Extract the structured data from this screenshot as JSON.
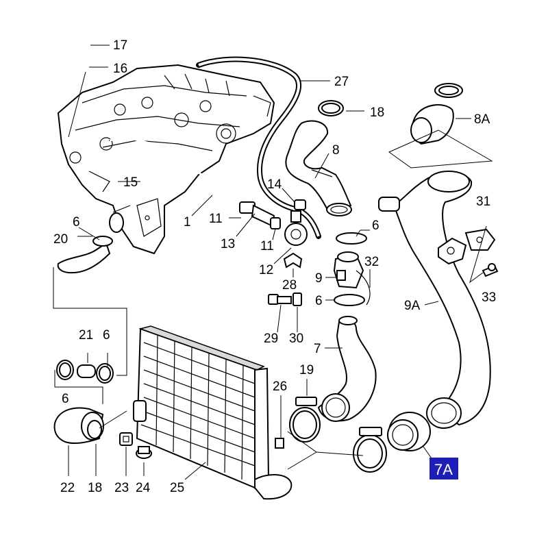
{
  "labels": {
    "p1": "1",
    "p6a": "6",
    "p6b": "6",
    "p6c": "6",
    "p6d": "6",
    "p6e": "6",
    "p7": "7",
    "p8": "8",
    "p8A": "8A",
    "p9": "9",
    "p9A": "9A",
    "p11a": "11",
    "p11b": "11",
    "p12": "12",
    "p13": "13",
    "p14": "14",
    "p15": "15",
    "p16": "16",
    "p17": "17",
    "p18a": "18",
    "p18b": "18",
    "p19": "19",
    "p20": "20",
    "p21": "21",
    "p22": "22",
    "p23": "23",
    "p24": "24",
    "p25": "25",
    "p26": "26",
    "p27": "27",
    "p28": "28",
    "p29": "29",
    "p30": "30",
    "p31": "31",
    "p32": "32",
    "p33": "33"
  },
  "badge": {
    "text": "7A",
    "color": "#1f1fb8"
  }
}
